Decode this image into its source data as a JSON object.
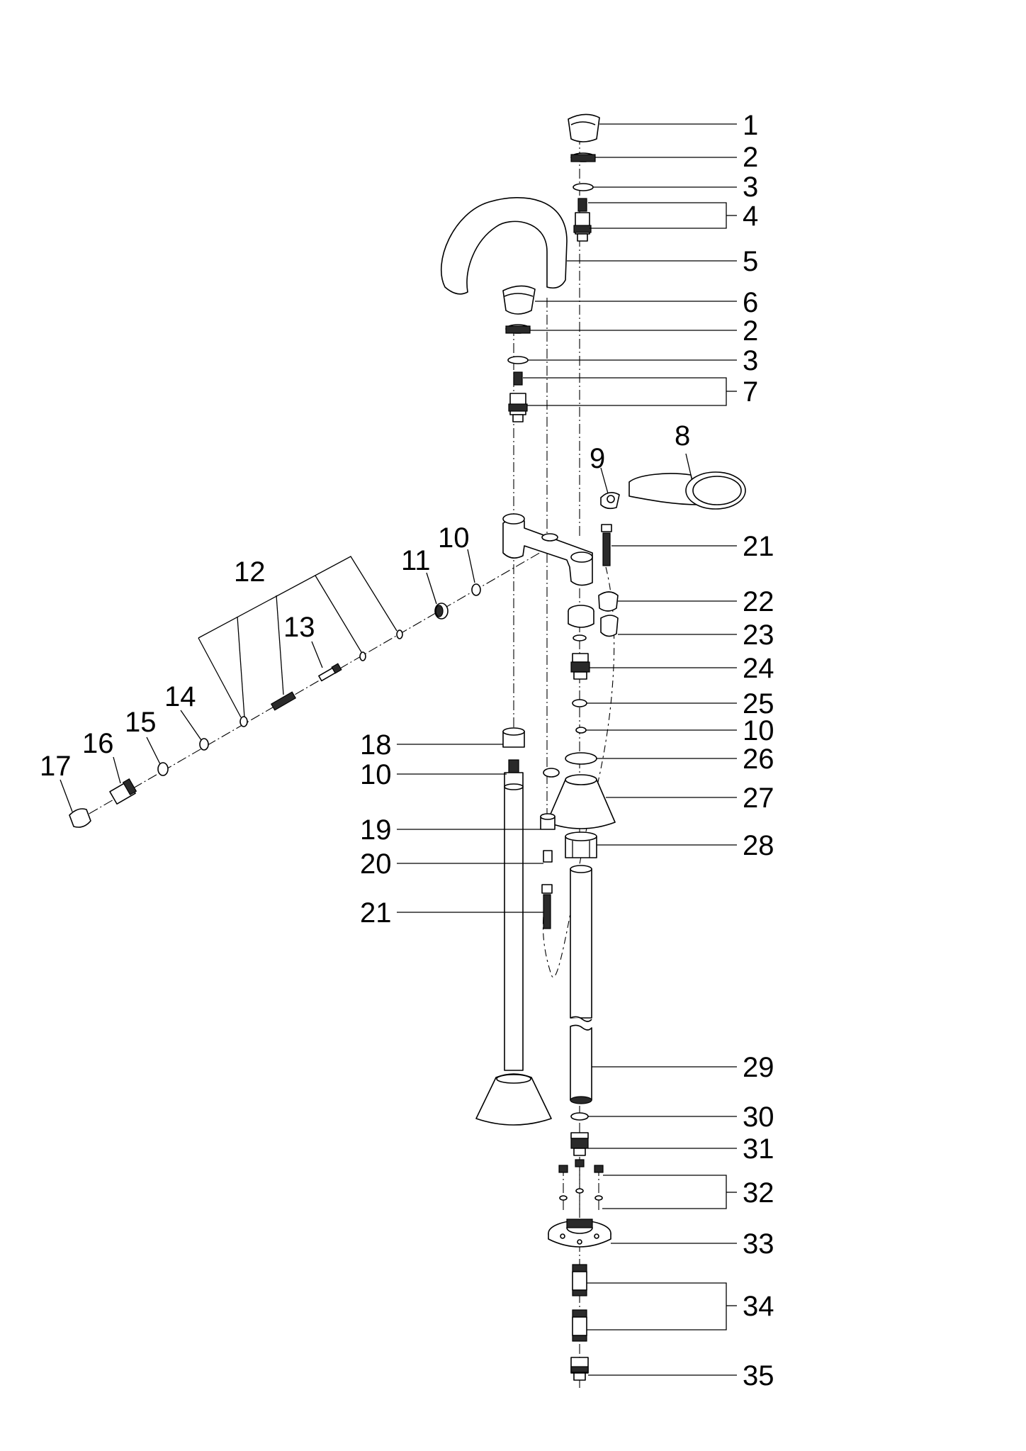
{
  "callouts": [
    {
      "id": "c1",
      "label": "1"
    },
    {
      "id": "c2a",
      "label": "2"
    },
    {
      "id": "c3a",
      "label": "3"
    },
    {
      "id": "c4",
      "label": "4"
    },
    {
      "id": "c5",
      "label": "5"
    },
    {
      "id": "c6",
      "label": "6"
    },
    {
      "id": "c2b",
      "label": "2"
    },
    {
      "id": "c3b",
      "label": "3"
    },
    {
      "id": "c7",
      "label": "7"
    },
    {
      "id": "c8",
      "label": "8"
    },
    {
      "id": "c9",
      "label": "9"
    },
    {
      "id": "c21a",
      "label": "21"
    },
    {
      "id": "c10a",
      "label": "10"
    },
    {
      "id": "c11",
      "label": "11"
    },
    {
      "id": "c12",
      "label": "12"
    },
    {
      "id": "c13",
      "label": "13"
    },
    {
      "id": "c14",
      "label": "14"
    },
    {
      "id": "c15",
      "label": "15"
    },
    {
      "id": "c16",
      "label": "16"
    },
    {
      "id": "c17",
      "label": "17"
    },
    {
      "id": "c22",
      "label": "22"
    },
    {
      "id": "c23",
      "label": "23"
    },
    {
      "id": "c24",
      "label": "24"
    },
    {
      "id": "c25",
      "label": "25"
    },
    {
      "id": "c10b",
      "label": "10"
    },
    {
      "id": "c26",
      "label": "26"
    },
    {
      "id": "c27",
      "label": "27"
    },
    {
      "id": "c18",
      "label": "18"
    },
    {
      "id": "c10c",
      "label": "10"
    },
    {
      "id": "c19",
      "label": "19"
    },
    {
      "id": "c28",
      "label": "28"
    },
    {
      "id": "c20",
      "label": "20"
    },
    {
      "id": "c21b",
      "label": "21"
    },
    {
      "id": "c29",
      "label": "29"
    },
    {
      "id": "c30",
      "label": "30"
    },
    {
      "id": "c31",
      "label": "31"
    },
    {
      "id": "c32",
      "label": "32"
    },
    {
      "id": "c33",
      "label": "33"
    },
    {
      "id": "c34",
      "label": "34"
    },
    {
      "id": "c35",
      "label": "35"
    }
  ]
}
